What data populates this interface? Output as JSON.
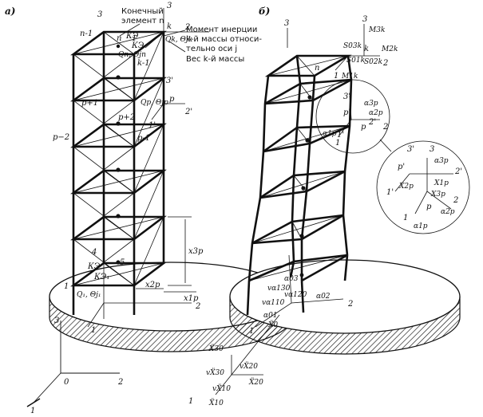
{
  "panels": {
    "a": {
      "tag": "а)"
    },
    "b": {
      "tag": "б)"
    }
  },
  "annotations_a": {
    "finite_element_l1": "Конечный",
    "finite_element_l2": "элемент n",
    "moment_inertia_l1": "Момент инерции",
    "moment_inertia_l2": "k-й массы относи-",
    "moment_inertia_l3": "тельно оси j",
    "mass_weight": "Вес k-й массы",
    "node_n1": "n-1",
    "node_n": "n",
    "node_k": "k",
    "node_k1": "k-1",
    "node_p1": "p+1",
    "node_p": "p",
    "node_p2": "p+2",
    "node_pm1": "p-1",
    "node_pm2": "p−2",
    "node_4": "4",
    "node_5": "5",
    "node_1": "1",
    "ke": "КЭ",
    "ke1": "КЭ₁",
    "ke_k": "КЭ",
    "q1": "Q₁, Θj₁",
    "qk": "Qk, Θjk",
    "qp": "Qp, Θjp",
    "qn": "Qn, Θjn",
    "x3p": "x3p",
    "x2p": "x2p",
    "x1p": "x1p",
    "axis3": "3",
    "axis3p": "3'",
    "axis2": "2",
    "axis2p": "2'",
    "axis1": "1",
    "axis1p": "1'",
    "num2": "2",
    "num1": "1",
    "origin0": "0",
    "base3": "3",
    "base2": "2",
    "base1": "1"
  },
  "annotations_b": {
    "m3k": "M3k",
    "m2k": "M2k",
    "m1k": "M1k",
    "s03k": "S03k",
    "s02k": "S02k",
    "s01k": "S01k",
    "node_k": "k",
    "node_n": "n",
    "node_p": "p",
    "node_pp": "p'",
    "alpha1p": "α1p",
    "alpha2p": "α2p",
    "alpha3p": "α3p",
    "axis3": "3",
    "axis3p": "3'",
    "axis2": "2",
    "axis2p": "2'",
    "axis1": "1",
    "axis1p": "1'",
    "d1": "1",
    "d2": "2",
    "d3": "3",
    "zoom_3p": "3'",
    "zoom_3": "3",
    "zoom_a3": "α3p",
    "zoom_2p": "2'",
    "zoom_pp": "p'",
    "zoom_x1": "X1p",
    "zoom_x2": "X2p",
    "zoom_x3": "X3p",
    "zoom_1p": "1'",
    "zoom_p": "p",
    "zoom_2": "2",
    "zoom_a2": "α2p",
    "zoom_1": "1",
    "zoom_a1": "α1p",
    "a01": "α01",
    "a02": "α02",
    "a03": "α03",
    "x0": "Ẍ0",
    "x10": "Ẍ10",
    "x20": "Ẍ20",
    "x30": "Ẍ30",
    "va130": "vα130",
    "va120": "vα120",
    "va110": "vα110",
    "vx30": "vẌ30",
    "vx20": "vẌ20",
    "vx10": "vẌ10",
    "g2": "2",
    "g1": "1",
    "g1b": "1"
  }
}
